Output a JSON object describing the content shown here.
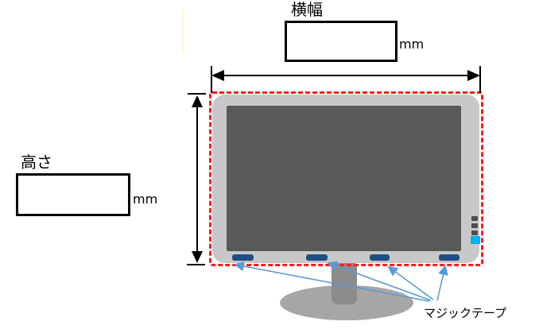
{
  "fields": {
    "width": {
      "label": "横幅",
      "unit": "mm",
      "value": ""
    },
    "height": {
      "label": "高さ",
      "unit": "mm",
      "value": ""
    }
  },
  "annotations": {
    "velcro_label": "マジックテープ",
    "velcro_strip_count": 4,
    "side_button_count": 3,
    "power_led_count": 1
  },
  "colors": {
    "bezel": "#c8c8c8",
    "screen": "#595959",
    "strip": "#1f4e86",
    "dash_red": "#ff1a1a",
    "arrow_blue": "#5b9bd5",
    "power_led": "#00b0f0",
    "side_button": "#4d4d4d",
    "stand_neck": "#8c8c8c",
    "stand_base": "#a6a6a6",
    "dimension_line": "#000000"
  }
}
